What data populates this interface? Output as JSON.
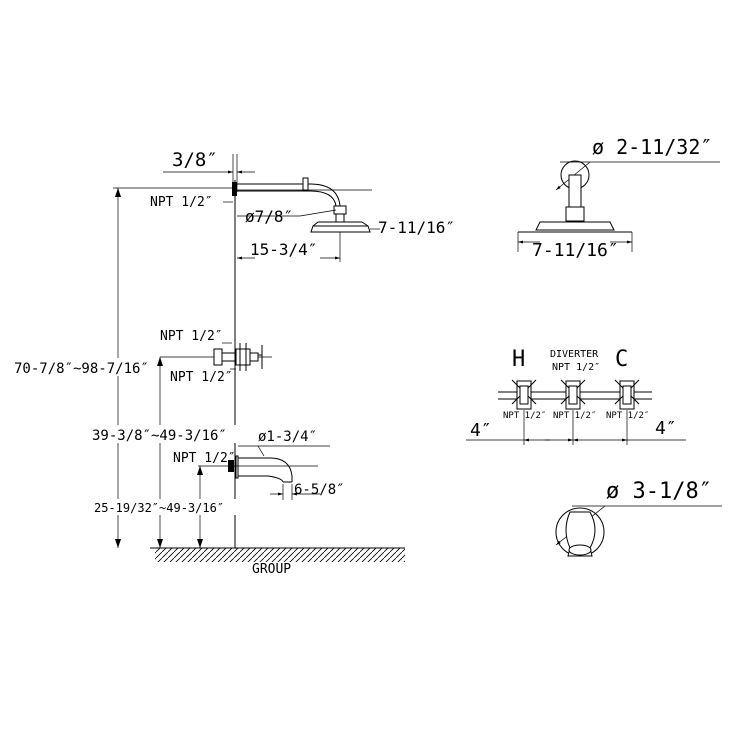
{
  "side_view": {
    "dim_wall_offset": "3/8″",
    "npt_top": "NPT 1/2″",
    "dim_arm_diameter": "ø7/8″",
    "dim_head_width": "7-11/16″",
    "dim_arm_length": "15-3/4″",
    "npt_valve_top": "NPT 1/2″",
    "npt_valve_bottom": "NPT 1/2″",
    "dim_total_height": "70-7/8″~98-7/16″",
    "dim_valve_height": "39-3/8″~49-3/16″",
    "dim_spout_diameter": "ø1-3/4″",
    "npt_spout": "NPT 1/2″",
    "dim_spout_length": "6-5/8″",
    "dim_spout_height": "25-19/32″~49-3/16″",
    "ground_label": "GROUP"
  },
  "head_view": {
    "dim_flange_diameter": "ø 2-11/32″",
    "dim_head_width": "7-11/16″"
  },
  "valve_view": {
    "hot_label": "H",
    "cold_label": "C",
    "diverter_label": "DIVERTER",
    "diverter_npt": "NPT 1/2″",
    "npt_left": "NPT 1/2″",
    "npt_center": "NPT 1/2″",
    "npt_right": "NPT 1/2″",
    "dim_left_spacing": "4″",
    "dim_right_spacing": "4″"
  },
  "spout_view": {
    "dim_flange_diameter": "ø 3-1/8″"
  }
}
